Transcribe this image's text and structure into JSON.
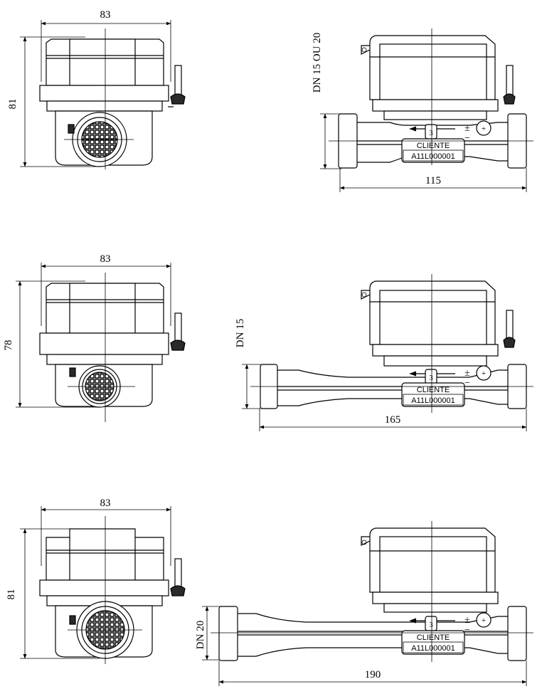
{
  "rows": [
    {
      "front": {
        "width_label": "83",
        "height_label": "81"
      },
      "side": {
        "dn_label": "DN 15 OU 20",
        "length_label": "115",
        "plate_line1": "CLIENTE",
        "plate_line2": "A11L000001"
      }
    },
    {
      "front": {
        "width_label": "83",
        "height_label": "78"
      },
      "side": {
        "dn_label": "DN 15",
        "length_label": "165",
        "plate_line1": "CLIENTE",
        "plate_line2": "A11L000001"
      }
    },
    {
      "front": {
        "width_label": "83",
        "height_label": "81"
      },
      "side": {
        "dn_label": "DN 20",
        "length_label": "190",
        "plate_line1": "CLIENTE",
        "plate_line2": "A11L000001"
      }
    }
  ],
  "symbols": {
    "plus_minus": "±",
    "minus": "−",
    "plus": "+"
  }
}
